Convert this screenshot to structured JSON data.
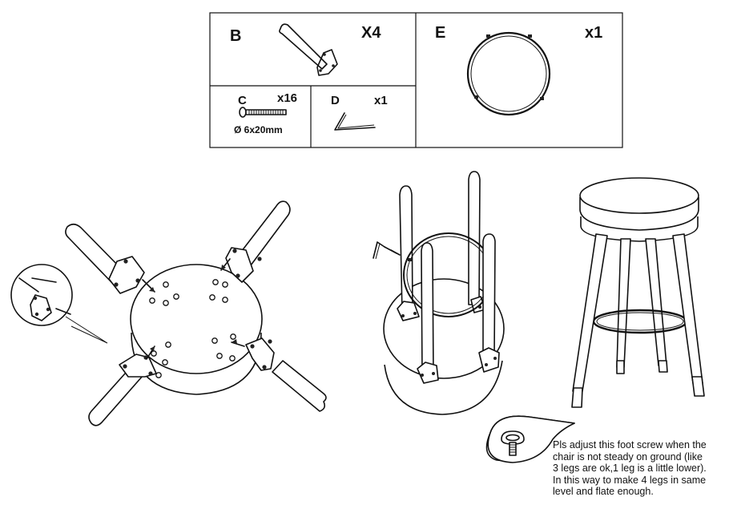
{
  "parts": {
    "B": {
      "letter": "B",
      "qty": "X4",
      "icon": "leg-with-bracket"
    },
    "C": {
      "letter": "C",
      "qty": "x16",
      "spec": "Ø 6x20mm",
      "icon": "screw"
    },
    "D": {
      "letter": "D",
      "qty": "x1",
      "icon": "allen-key"
    },
    "E": {
      "letter": "E",
      "qty": "x1",
      "icon": "foot-ring"
    }
  },
  "note": {
    "lines": [
      "Pls adjust this foot screw when the",
      "chair is not steady on ground (like",
      "3 legs are ok,1 leg is a little lower).",
      "In this way to make 4 legs in same",
      "level and flate enough."
    ]
  },
  "colors": {
    "line": "#111111",
    "background": "#ffffff"
  }
}
